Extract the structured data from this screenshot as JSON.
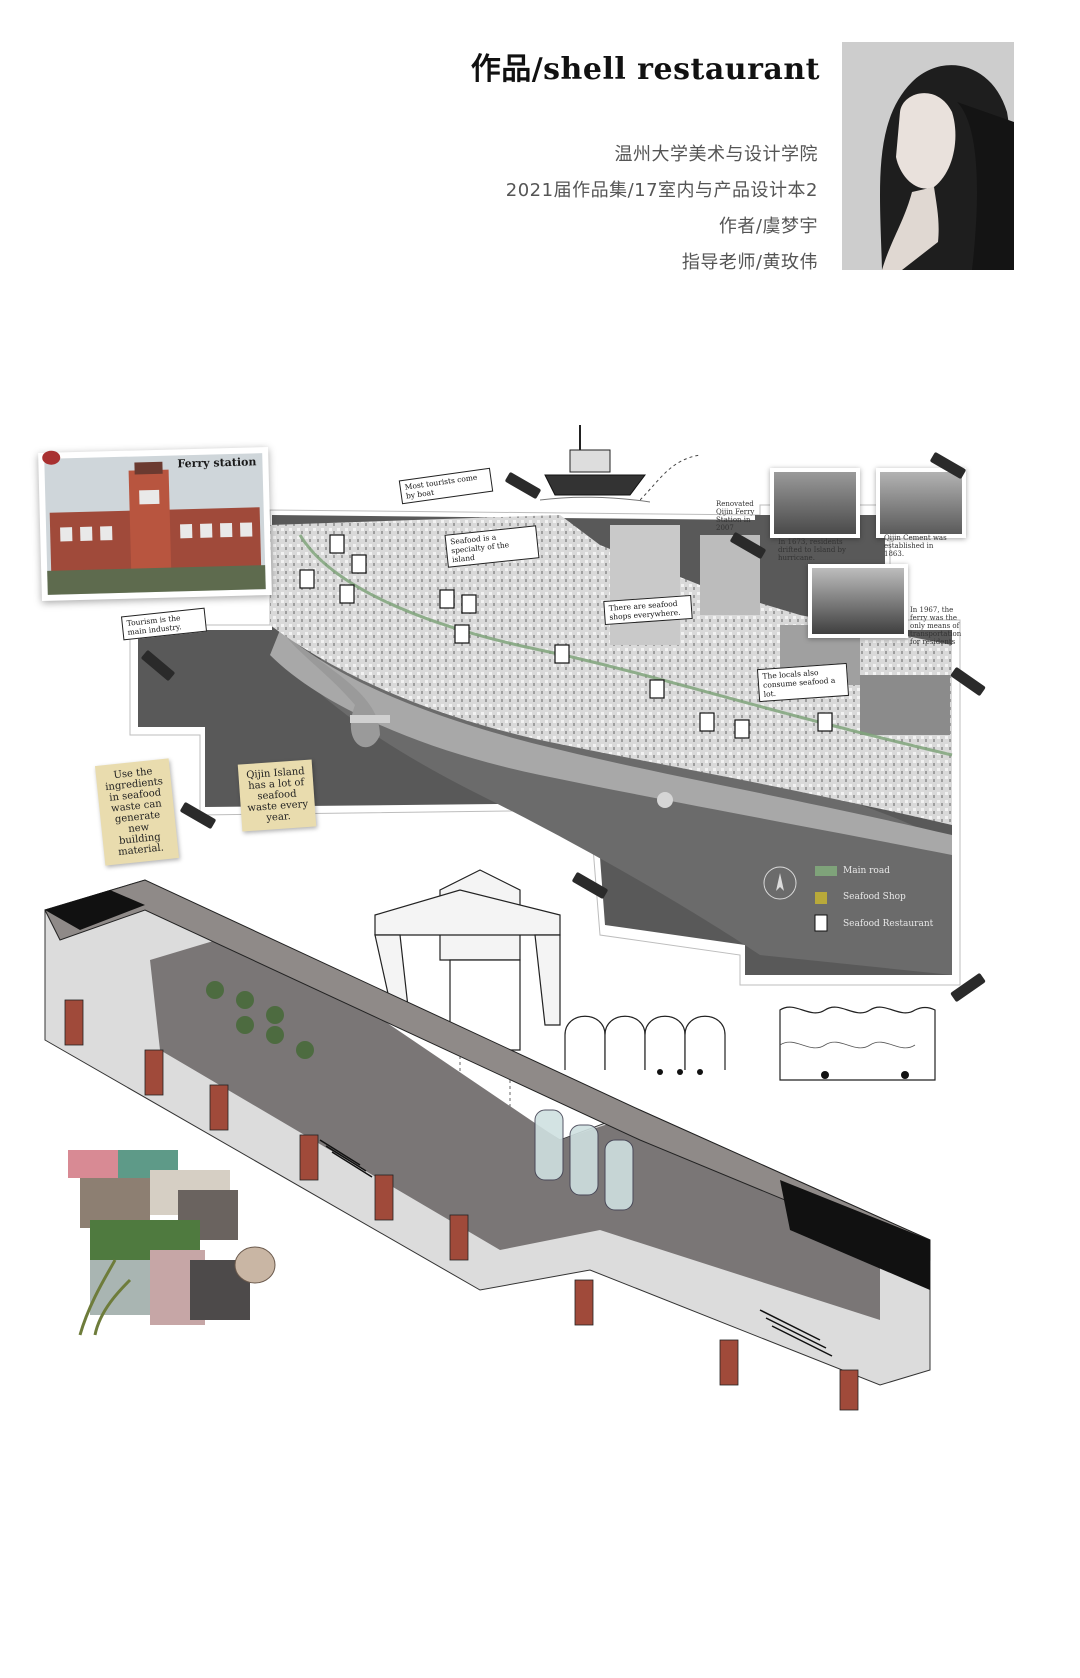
{
  "header": {
    "title": "作品/shell restaurant",
    "school": "温州大学美术与设计学院",
    "collection": "2021届作品集/17室内与产品设计本2",
    "author": "作者/虞梦宇",
    "advisor": "指导老师/黄玫伟"
  },
  "map": {
    "ferry_label": "Ferry station",
    "callouts": [
      "Most tourists come by boat",
      "Seafood is a specialty of the island",
      "Tourism is the main industry.",
      "There are seafood shops everywhere.",
      "The locals also consume seafood a lot."
    ],
    "history_captions": [
      "Renovated Qijin Ferry Station in 2007",
      "In 1673, residents drifted to Island by hurricane.",
      "Qijin Cement was established in 1863.",
      "In 1967, the ferry was the only means of transportation for residents"
    ],
    "legend": {
      "main_road": "Main road",
      "seafood_shop": "Seafood Shop",
      "seafood_restaurant": "Seafood Restaurant"
    },
    "notes": [
      "Use the ingredients in seafood waste can generate new building material.",
      "Qijin Island has a lot of seafood waste every year."
    ]
  },
  "colors": {
    "sea": "#595959",
    "land": "#cfcfcf",
    "road": "#7fa37a",
    "note": "#e9dcae",
    "tape": "#2a2a2a"
  }
}
